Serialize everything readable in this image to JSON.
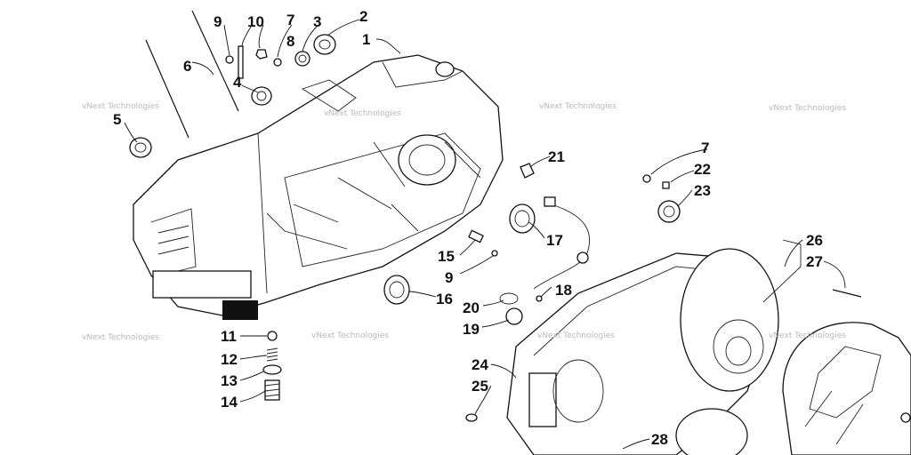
{
  "watermark": "vNext Technologies",
  "callouts": {
    "c1": "1",
    "c2": "2",
    "c3": "3",
    "c4": "4",
    "c5": "5",
    "c6": "6",
    "c7a": "7",
    "c7b": "7",
    "c8": "8",
    "c9a": "9",
    "c9b": "9",
    "c10": "10",
    "c11": "11",
    "c12": "12",
    "c13": "13",
    "c14": "14",
    "c15": "15",
    "c16": "16",
    "c17": "17",
    "c18": "18",
    "c19": "19",
    "c20": "20",
    "c21": "21",
    "c22": "22",
    "c23": "23",
    "c24": "24",
    "c25": "25",
    "c26": "26",
    "c27": "27",
    "c28": "28"
  }
}
